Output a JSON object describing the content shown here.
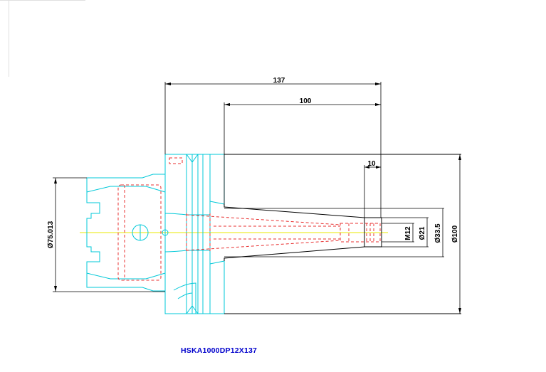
{
  "drawing": {
    "part_number": "HSKA1000DP12X137",
    "dimensions": {
      "overall_length": "137",
      "gauge_length": "100",
      "end_length": "10",
      "shank_diameter": "Ø75.013",
      "thread": "M12",
      "bore_diameter": "Ø21",
      "nose_diameter": "Ø33.5",
      "flange_diameter": "Ø100"
    },
    "colors": {
      "outline": "#00c8d8",
      "hidden": "#e83030",
      "dimension": "#000000",
      "centerline": "#e8e800",
      "label": "#0000cc"
    }
  }
}
